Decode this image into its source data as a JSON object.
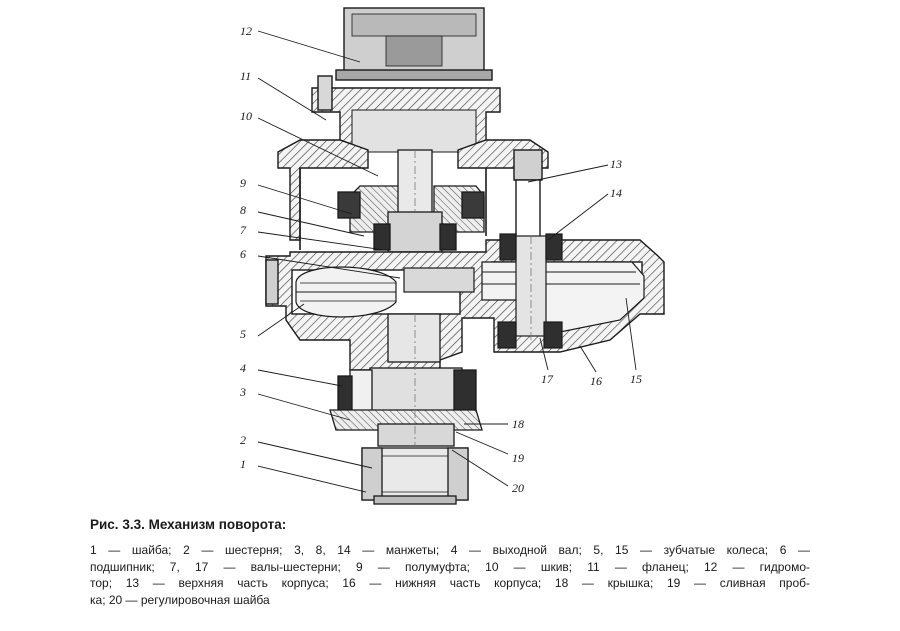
{
  "figure": {
    "callouts": [
      "12",
      "11",
      "10",
      "9",
      "8",
      "7",
      "6",
      "5",
      "4",
      "3",
      "2",
      "1",
      "13",
      "14",
      "17",
      "16",
      "15",
      "18",
      "19",
      "20"
    ],
    "caption_title": "Рис. 3.3. Механизм поворота:",
    "caption_lines": [
      "1 — шайба; 2 — шестерня; 3, 8, 14 — манжеты; 4 — выходной вал; 5, 15 — зубчатые колеса; 6 —",
      "подшипник; 7, 17 — валы-шестерни; 9 — полумуфта; 10 — шкив; 11 — фланец; 12 — гидромо-",
      "тор; 13 — верхняя часть корпуса; 16 — нижняя часть корпуса; 18 — крышка; 19 — сливная проб-",
      "ка; 20 — регулировочная шайба"
    ]
  }
}
